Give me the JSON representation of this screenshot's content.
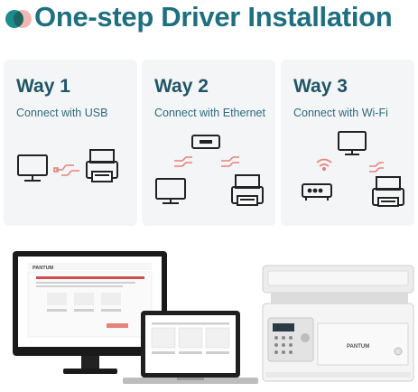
{
  "header": {
    "title": "One-step Driver Installation"
  },
  "ways": [
    {
      "title": "Way 1",
      "subtitle": "Connect with USB"
    },
    {
      "title": "Way 2",
      "subtitle": "Connect with Ethernet"
    },
    {
      "title": "Way 3",
      "subtitle": "Connect with Wi-Fi"
    }
  ],
  "devices": {
    "monitor_brand": "PANTUM",
    "printer_brand": "PANTUM"
  },
  "colors": {
    "title": "#1e6f80",
    "card_bg": "#f3f5f7",
    "cable_accent": "#e7837a",
    "teal": "#1d8c8c"
  }
}
